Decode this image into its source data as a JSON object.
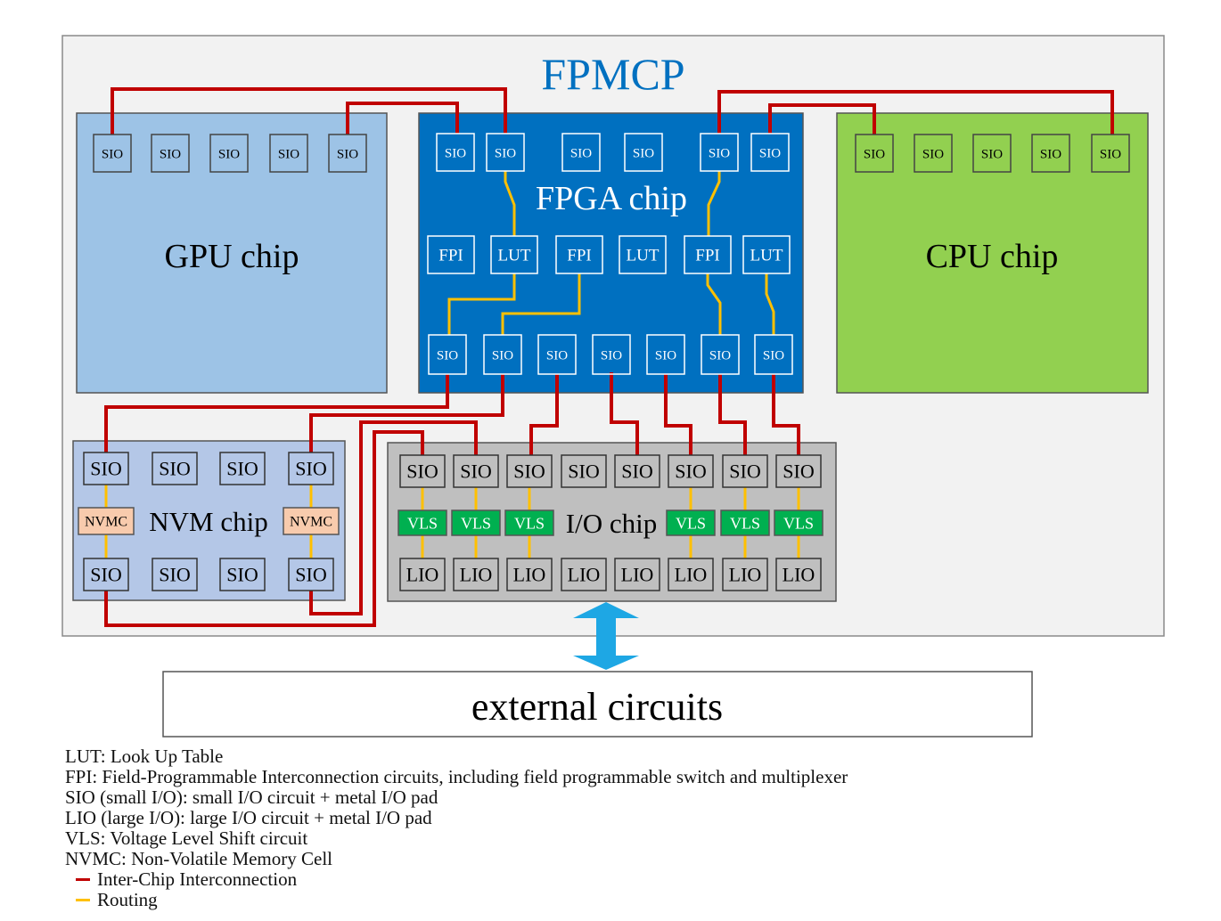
{
  "title": "FPMCP",
  "chips": {
    "gpu": {
      "label": "GPU chip",
      "pads": [
        "SIO",
        "SIO",
        "SIO",
        "SIO",
        "SIO"
      ]
    },
    "fpga": {
      "label": "FPGA chip",
      "top_pads": [
        "SIO",
        "SIO",
        "SIO",
        "SIO",
        "SIO",
        "SIO"
      ],
      "mid_blocks": [
        "FPI",
        "LUT",
        "FPI",
        "LUT",
        "FPI",
        "LUT"
      ],
      "bottom_pads": [
        "SIO",
        "SIO",
        "SIO",
        "SIO",
        "SIO",
        "SIO",
        "SIO"
      ]
    },
    "cpu": {
      "label": "CPU chip",
      "pads": [
        "SIO",
        "SIO",
        "SIO",
        "SIO",
        "SIO"
      ]
    },
    "nvm": {
      "label": "NVM chip",
      "top_pads": [
        "SIO",
        "SIO",
        "SIO",
        "SIO"
      ],
      "cells": [
        "NVMC",
        "NVMC"
      ],
      "bottom_pads": [
        "SIO",
        "SIO",
        "SIO",
        "SIO"
      ]
    },
    "io": {
      "label": "I/O chip",
      "top_pads": [
        "SIO",
        "SIO",
        "SIO",
        "SIO",
        "SIO",
        "SIO",
        "SIO",
        "SIO"
      ],
      "vls": [
        "VLS",
        "VLS",
        "VLS",
        "VLS",
        "VLS",
        "VLS"
      ],
      "bottom_pads": [
        "LIO",
        "LIO",
        "LIO",
        "LIO",
        "LIO",
        "LIO",
        "LIO",
        "LIO"
      ]
    }
  },
  "external": {
    "label": "external circuits"
  },
  "legend": {
    "lut": "LUT: Look Up Table",
    "fpi": "FPI: Field-Programmable Interconnection circuits, including field programmable switch and multiplexer",
    "sio": "SIO (small I/O): small I/O circuit + metal I/O pad",
    "lio": "LIO (large I/O): large I/O circuit + metal I/O pad",
    "vls": "VLS: Voltage Level Shift circuit",
    "nvmc": "NVMC: Non-Volatile Memory Cell",
    "interchip": "Inter-Chip Interconnection",
    "routing": "Routing"
  },
  "colors": {
    "package_bg": "#f2f2f2",
    "gpu": "#9dc3e6",
    "fpga": "#0070c0",
    "cpu": "#92d050",
    "nvm": "#b4c7e7",
    "io": "#bfbfbf",
    "nvmc": "#f8cbad",
    "vls": "#00b050",
    "interchip": "#c00000",
    "routing": "#ffc000",
    "arrow": "#1ea7e4",
    "title": "#0070c0"
  }
}
